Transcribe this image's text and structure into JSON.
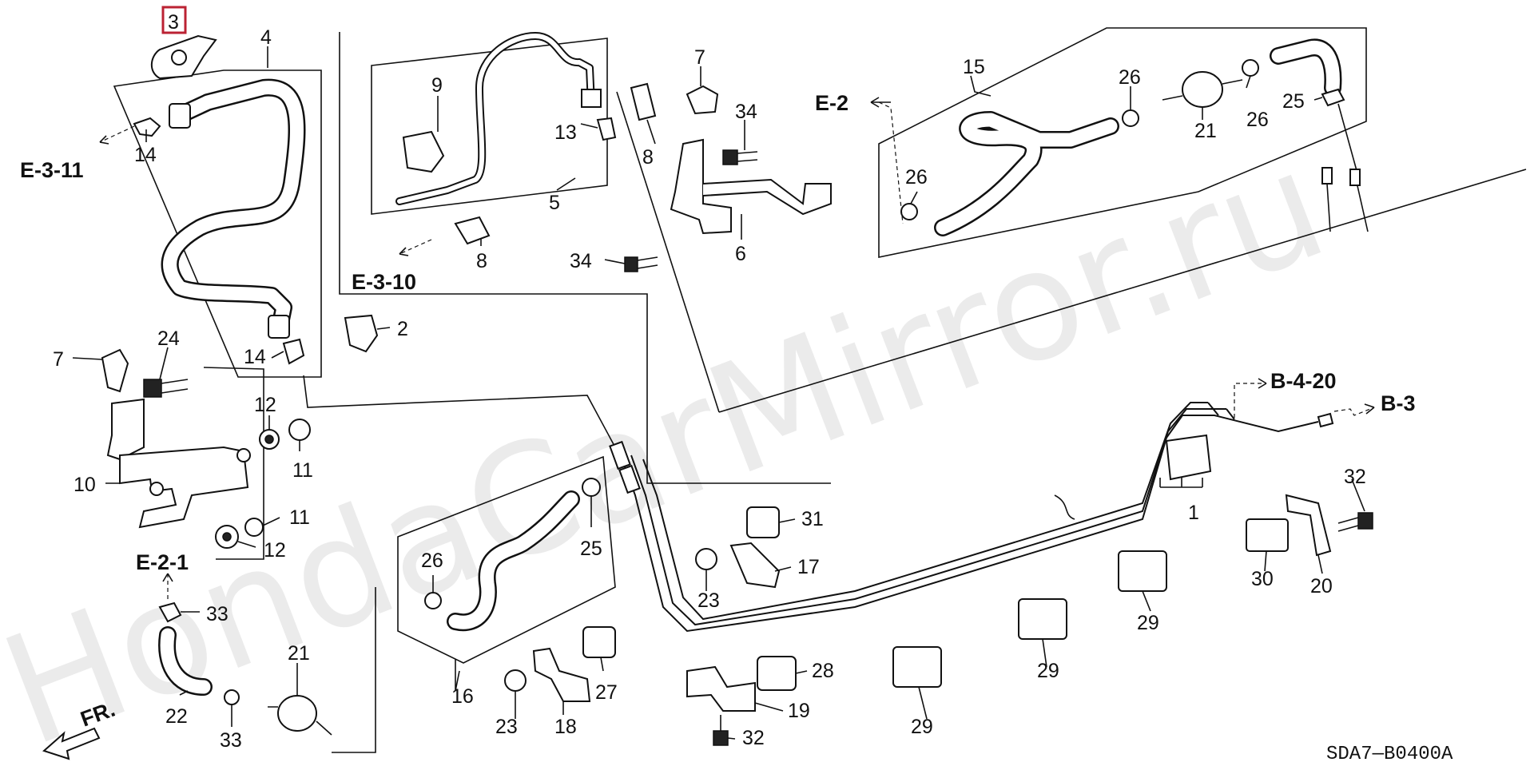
{
  "diagram": {
    "code": "SDA7—B0400A",
    "highlighted_part": "3",
    "watermark": "HondaCarMirror.ru",
    "direction_label": "FR.",
    "references": {
      "e311": "E-3-11",
      "e310": "E-3-10",
      "e2": "E-2",
      "e21": "E-2-1",
      "b420": "B-4-20",
      "b3": "B-3"
    },
    "labels": {
      "p1": "1",
      "p2": "2",
      "p3": "3",
      "p4": "4",
      "p5": "5",
      "p6": "6",
      "p7": "7",
      "p8": "8",
      "p9": "9",
      "p10": "10",
      "p11": "11",
      "p12": "12",
      "p13": "13",
      "p14": "14",
      "p15": "15",
      "p16": "16",
      "p17": "17",
      "p18": "18",
      "p19": "19",
      "p20": "20",
      "p21": "21",
      "p22": "22",
      "p23": "23",
      "p24": "24",
      "p25": "25",
      "p26": "26",
      "p27": "27",
      "p28": "28",
      "p29": "29",
      "p30": "30",
      "p31": "31",
      "p32": "32",
      "p33": "33",
      "p34": "34"
    }
  }
}
